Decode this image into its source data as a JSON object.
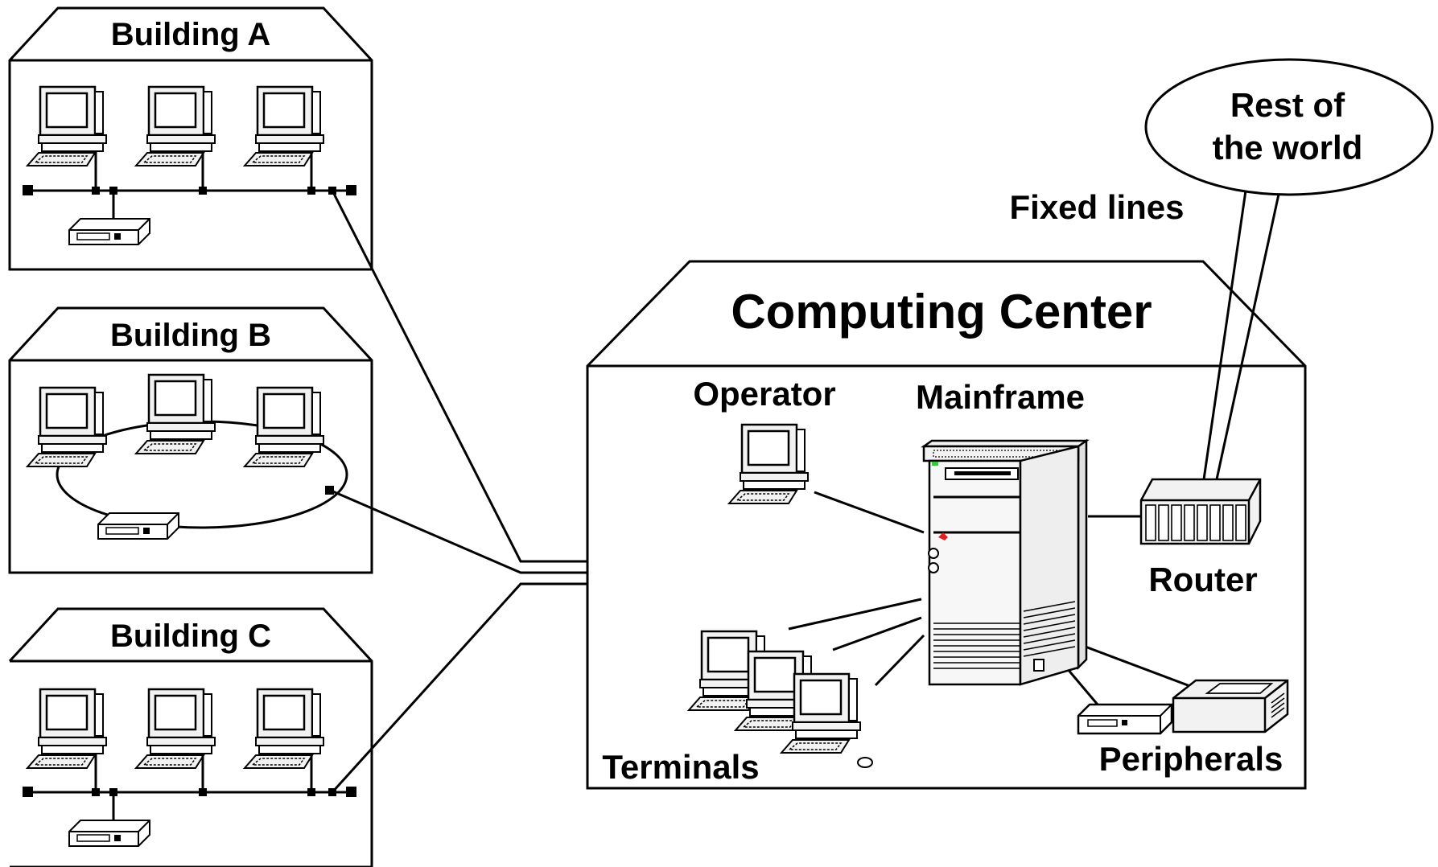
{
  "labels": {
    "building_a": "Building A",
    "building_b": "Building B",
    "building_c": "Building C",
    "computing_center": "Computing Center",
    "operator": "Operator",
    "mainframe": "Mainframe",
    "router": "Router",
    "terminals": "Terminals",
    "peripherals": "Peripherals",
    "fixed_lines": "Fixed lines",
    "rest_of_world_line1": "Rest of",
    "rest_of_world_line2": "the world"
  },
  "colors": {
    "stroke": "#000000",
    "background": "#ffffff",
    "device_fill": "#f2f2f2",
    "mainframe_led_green": "#33cc33",
    "mainframe_led_red": "#dd2222"
  },
  "icons": {
    "workstation": "desktop-computer-icon",
    "hub": "network-hub-icon",
    "mainframe": "mainframe-server-icon",
    "router": "router-rack-icon",
    "printer": "printer-icon",
    "tape": "tape-drive-icon"
  }
}
